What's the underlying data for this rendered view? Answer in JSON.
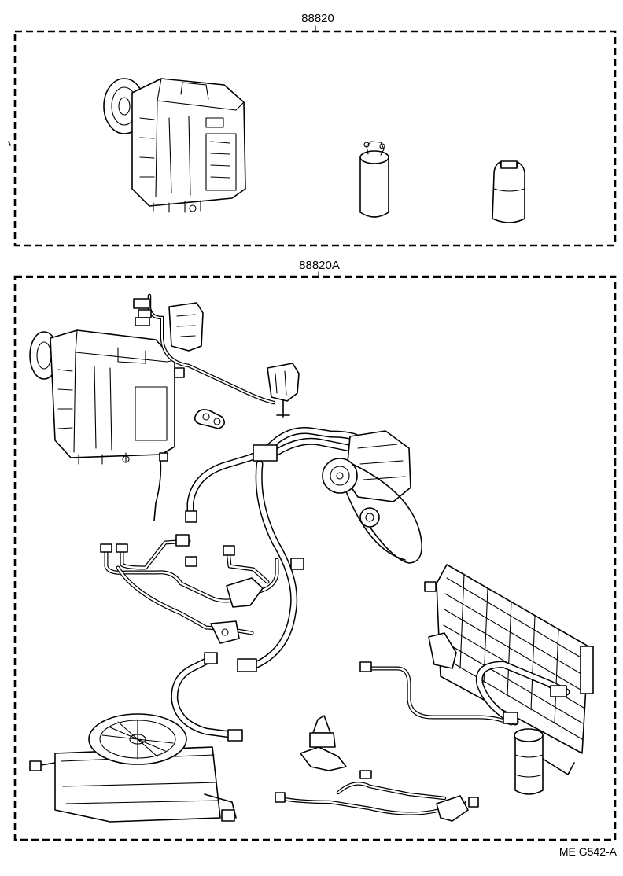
{
  "diagram": {
    "kit_top_label": "88820",
    "kit_bottom_label": "88820A",
    "figure_ref": "ME  G542-A"
  }
}
